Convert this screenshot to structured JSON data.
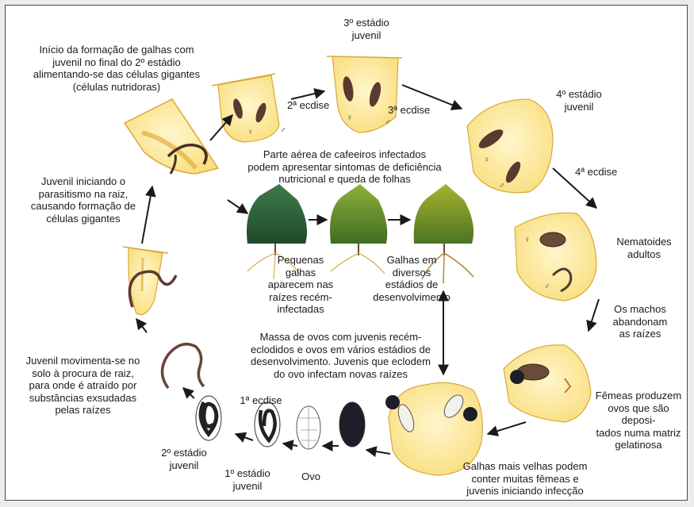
{
  "labels": {
    "inicio": "Início da formação de galhas com\njuvenil no final do 2º estádio\nalimentando-se das células gigantes\n(células nutridoras)",
    "terceiro": "3º estádio\njuvenil",
    "quarto": "4º estádio\njuvenil",
    "ecdise2": "2ª ecdise",
    "ecdise3": "3ª ecdise",
    "ecdise4": "4ª ecdise",
    "parte_aerea": "Parte aérea de cafeeiros infectados\npodem apresentar sintomas de deficiência\nnutricional e queda de folhas",
    "juvenil_iniciando": "Juvenil iniciando o\nparasitismo na raiz,\ncausando formação de\ncélulas gigantes",
    "nematoides": "Nematoides\nadultos",
    "pequenas": "Pequenas\ngalhas\naparecem nas\nraízes recém-\ninfectadas",
    "galhas_diversos": "Galhas em\ndiversos\nestádios de\ndesenvolvimento",
    "machos": "Os machos\nabandonam\nas raízes",
    "massa": "Massa de ovos com juvenis recém-\neclodidos e ovos em vários estádios de\ndesenvolvimento. Juvenis que eclodem\ndo ovo infectam novas raízes",
    "juvenil_movimenta": "Juvenil movimenta-se no\nsolo à procura de raiz,\npara onde é atraído por\nsubstâncias exsudadas\npelas raízes",
    "femeas": "Fêmeas produzem\novos que são deposi-\ntados numa matriz\ngelatinosa",
    "ecdise1": "1ª ecdise",
    "segundo": "2º estádio\njuvenil",
    "primeiro": "1º estádio\njuvenil",
    "ovo": "Ovo",
    "galhas_velhas": "Galhas mais velhas podem\nconter muitas fêmeas e\njuvenis iniciando infecção"
  },
  "sex_symbols": {
    "female": "♀",
    "male": "♂"
  },
  "colors": {
    "tissue": "#fbe9a3",
    "tissue_edge": "#e0b84a",
    "worm": "#5a3a2e",
    "tree_dark": "#2f6a3c",
    "tree_mid": "#5b8f2b",
    "tree_light": "#86a62a",
    "egg_dark": "#1e1e28"
  }
}
